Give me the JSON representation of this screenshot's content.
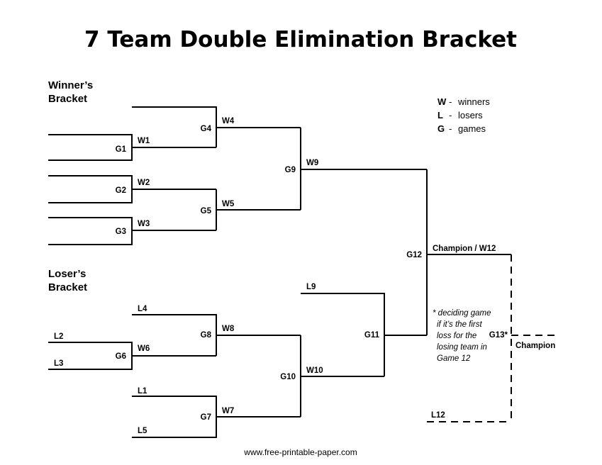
{
  "title": "7 Team Double Elimination Bracket",
  "winners_heading": [
    "Winner’s",
    "Bracket"
  ],
  "losers_heading": [
    "Loser’s",
    "Bracket"
  ],
  "legend": [
    {
      "key": "W",
      "sep": "-",
      "text": "winners"
    },
    {
      "key": "L",
      "sep": "-",
      "text": "losers"
    },
    {
      "key": "G",
      "sep": "-",
      "text": "games"
    }
  ],
  "games": {
    "g1": "G1",
    "g2": "G2",
    "g3": "G3",
    "g4": "G4",
    "g5": "G5",
    "g6": "G6",
    "g7": "G7",
    "g8": "G8",
    "g9": "G9",
    "g10": "G10",
    "g11": "G11",
    "g12": "G12",
    "g13": "G13*"
  },
  "results": {
    "w1": "W1",
    "w2": "W2",
    "w3": "W3",
    "w4": "W4",
    "w5": "W5",
    "w6": "W6",
    "w7": "W7",
    "w8": "W8",
    "w9": "W9",
    "w10": "W10",
    "l1": "L1",
    "l2": "L2",
    "l3": "L3",
    "l4": "L4",
    "l5": "L5",
    "l9": "L9",
    "l12": "L12"
  },
  "champion_w12": "Champion / W12",
  "champion": "Champion",
  "note": [
    "* deciding game",
    "if it’s the first",
    "loss  for the",
    "losing team in",
    "Game 12"
  ],
  "footer": "www.free-printable-paper.com"
}
